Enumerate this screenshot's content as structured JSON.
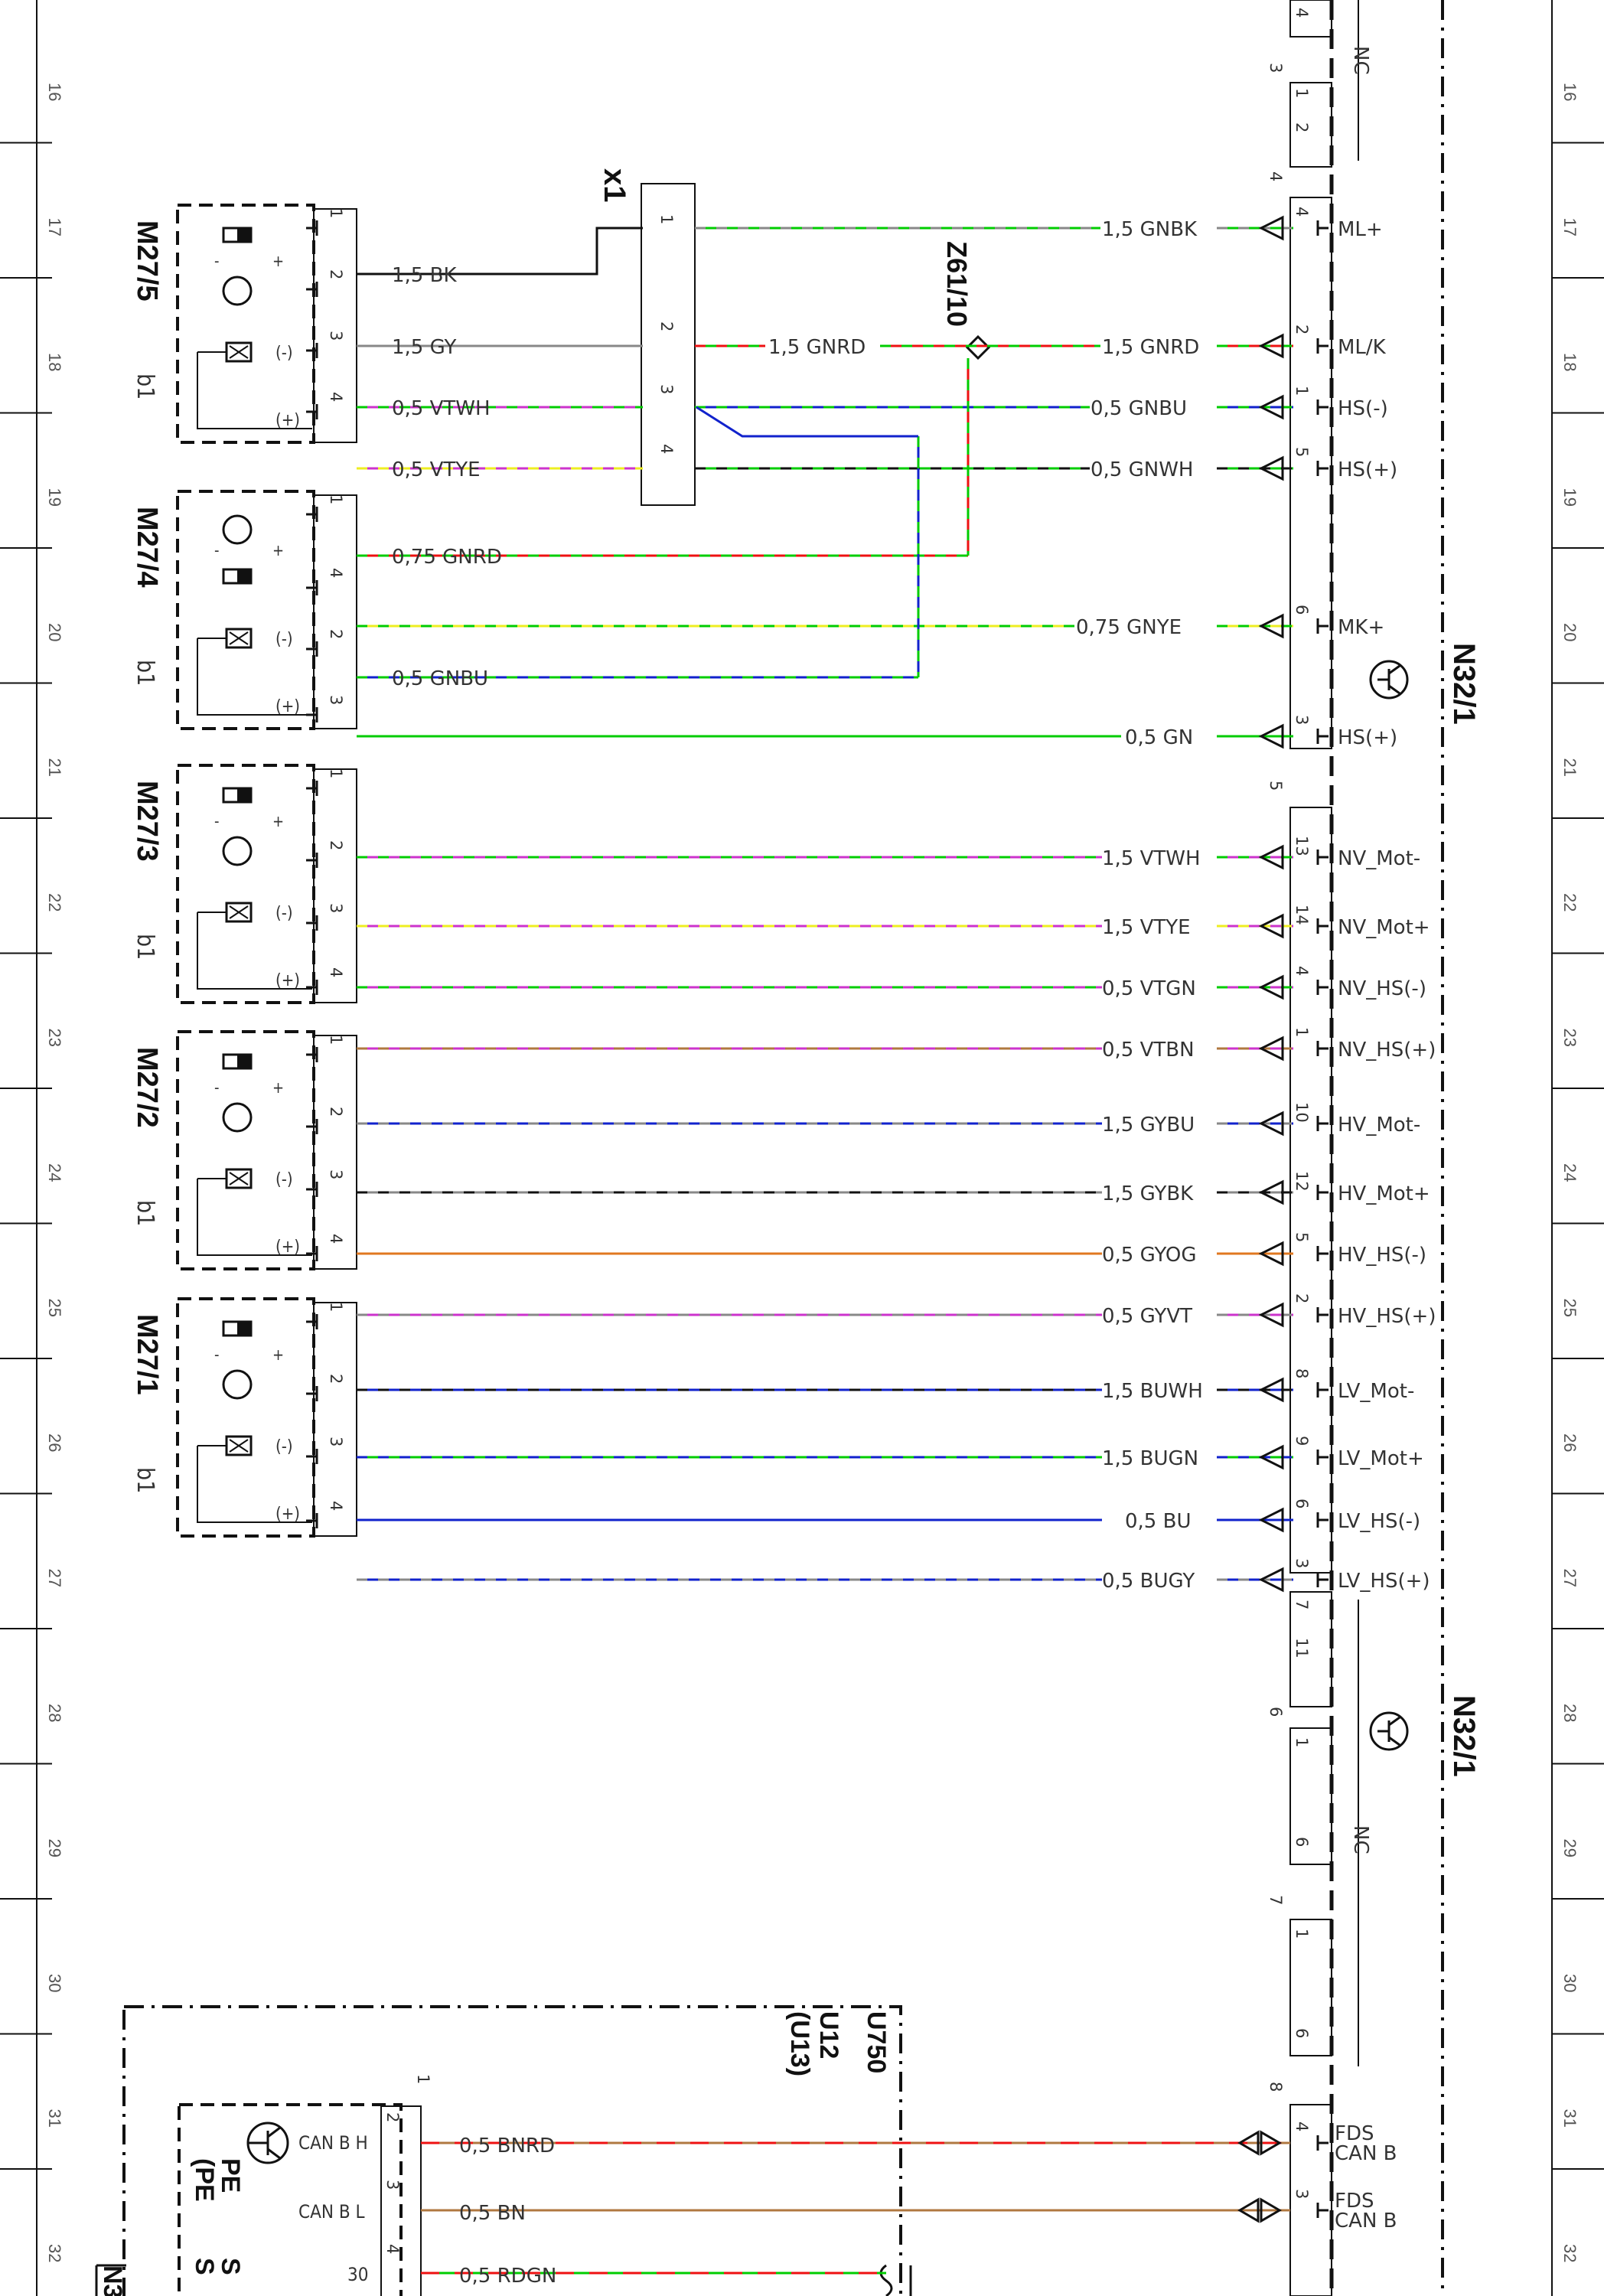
{
  "row_numbers": [
    "16",
    "17",
    "18",
    "19",
    "20",
    "21",
    "22",
    "23",
    "24",
    "25",
    "26",
    "27",
    "28",
    "29",
    "30",
    "31",
    "32"
  ],
  "connector_x1": {
    "label": "x1",
    "pins": [
      "1",
      "2",
      "3",
      "4"
    ]
  },
  "splice": {
    "label": "Z61/10"
  },
  "control_unit": {
    "label": "N32/1",
    "label2": "N32/1",
    "nc_top": "NC",
    "nc_bottom": "NC",
    "connector_numbers": [
      "3",
      "4",
      "5",
      "6",
      "7",
      "8"
    ],
    "top_pins": [
      "4",
      "1",
      "2"
    ],
    "block7_pins": [
      "7",
      "11"
    ],
    "block6_pins": [
      "1",
      "6"
    ],
    "block7b_pins": [
      "1",
      "6"
    ]
  },
  "motors": [
    {
      "id": "M27/5",
      "b": "b1",
      "pins": [
        "1",
        "2",
        "3",
        "4"
      ]
    },
    {
      "id": "M27/4",
      "b": "b1",
      "pins": [
        "1",
        "4",
        "2",
        "3"
      ]
    },
    {
      "id": "M27/3",
      "b": "b1",
      "pins": [
        "1",
        "2",
        "3",
        "4"
      ]
    },
    {
      "id": "M27/2",
      "b": "b1",
      "pins": [
        "1",
        "2",
        "3",
        "4"
      ]
    },
    {
      "id": "M27/1",
      "b": "b1",
      "pins": [
        "1",
        "2",
        "3",
        "4"
      ]
    }
  ],
  "signs": {
    "minus": "(-)",
    "plus": "(+)",
    "m": "-",
    "p": "+"
  },
  "wires": [
    {
      "left": "1,5 BK",
      "right": "1,5 GNBK",
      "pin": "4",
      "signal": "ML+"
    },
    {
      "left": "1,5 GY",
      "mid": "1,5 GNRD",
      "right": "1,5 GNRD",
      "pin": "2",
      "signal": "ML/K"
    },
    {
      "left": "0,5 VTWH",
      "right": "0,5 GNBU",
      "pin": "1",
      "signal": "HS(-)"
    },
    {
      "left": "0,5 VTYE",
      "right": "0,5 GNWH",
      "pin": "5",
      "signal": "HS(+)"
    },
    {
      "left": "0,75 GNRD"
    },
    {
      "right": "0,75 GNYE",
      "pin": "6",
      "signal": "MK+"
    },
    {
      "left": "0,5 GNBU"
    },
    {
      "right": "0,5 GN",
      "pin": "3",
      "signal": "HS(+)"
    },
    {
      "right": "1,5 VTWH",
      "pin": "13",
      "signal": "NV_Mot-"
    },
    {
      "right": "1,5 VTYE",
      "pin": "14",
      "signal": "NV_Mot+"
    },
    {
      "right": "0,5 VTGN",
      "pin": "4",
      "signal": "NV_HS(-)"
    },
    {
      "right": "0,5 VTBN",
      "pin": "1",
      "signal": "NV_HS(+)"
    },
    {
      "right": "1,5 GYBU",
      "pin": "10",
      "signal": "HV_Mot-"
    },
    {
      "right": "1,5 GYBK",
      "pin": "12",
      "signal": "HV_Mot+"
    },
    {
      "right": "0,5 GYOG",
      "pin": "5",
      "signal": "HV_HS(-)"
    },
    {
      "right": "0,5 GYVT",
      "pin": "2",
      "signal": "HV_HS(+)"
    },
    {
      "right": "1,5 BUWH",
      "pin": "8",
      "signal": "LV_Mot-"
    },
    {
      "right": "1,5 BUGN",
      "pin": "9",
      "signal": "LV_Mot+"
    },
    {
      "right": "0,5 BU",
      "pin": "6",
      "signal": "LV_HS(-)"
    },
    {
      "right": "0,5 BUGY",
      "pin": "3",
      "signal": "LV_HS(+)"
    }
  ],
  "lower": {
    "box_labels": [
      "U750",
      "U12",
      "(U13)"
    ],
    "connector_number": "1",
    "can_h": "CAN B H",
    "can_l": "CAN B L",
    "pin30": "30",
    "pins": [
      "2",
      "3",
      "4"
    ],
    "pe_1": "PE",
    "pe_2": "(PE",
    "pe_tail": "S",
    "pe_tail2": "S",
    "n_label": "N3",
    "wires": [
      {
        "left": "0,5 BNRD",
        "pin": "4",
        "signal": "FDS",
        "signal2": "CAN B"
      },
      {
        "left": "0,5 BN",
        "pin": "3",
        "signal": "FDS",
        "signal2": "CAN B"
      },
      {
        "left": "0,5 RDGN"
      }
    ]
  },
  "colors": {
    "green": "#00cc00",
    "red": "#ee1111",
    "blue": "#1122cc",
    "yellow": "#eeee22",
    "violet": "#cc33cc",
    "grey": "#888888",
    "black": "#111111",
    "brown": "#b07840",
    "orange": "#e07820"
  }
}
